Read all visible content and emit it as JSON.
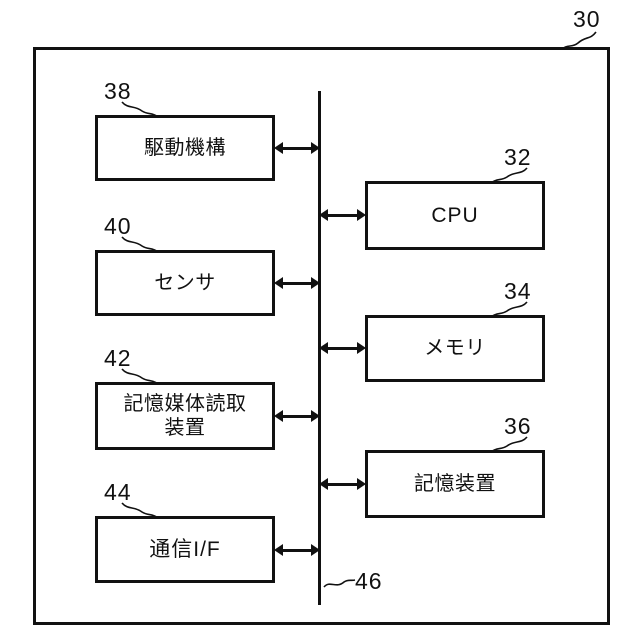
{
  "figure": {
    "type": "patent-block-diagram",
    "description": "Hardware configuration block diagram of a control device",
    "device_frame": {
      "ref": "30"
    },
    "bus": {
      "ref": "46",
      "orientation": "vertical"
    }
  },
  "left_column": [
    {
      "ref": "38",
      "label": "駆動機構"
    },
    {
      "ref": "40",
      "label": "センサ"
    },
    {
      "ref": "42",
      "label": "記憶媒体読取\n装置"
    },
    {
      "ref": "44",
      "label": "通信I/F"
    }
  ],
  "right_column": [
    {
      "ref": "32",
      "label": "CPU"
    },
    {
      "ref": "34",
      "label": "メモリ"
    },
    {
      "ref": "36",
      "label": "記憶装置"
    }
  ],
  "connections": [
    {
      "from": "38",
      "to": "46",
      "style": "double-arrow"
    },
    {
      "from": "40",
      "to": "46",
      "style": "double-arrow"
    },
    {
      "from": "42",
      "to": "46",
      "style": "double-arrow"
    },
    {
      "from": "44",
      "to": "46",
      "style": "double-arrow"
    },
    {
      "from": "46",
      "to": "32",
      "style": "double-arrow"
    },
    {
      "from": "46",
      "to": "34",
      "style": "double-arrow"
    },
    {
      "from": "46",
      "to": "36",
      "style": "double-arrow"
    }
  ],
  "colors": {
    "line": "#111111",
    "background": "#ffffff"
  }
}
